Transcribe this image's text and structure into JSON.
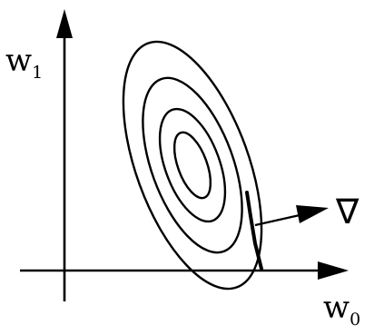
{
  "diagram": {
    "y_axis_label": {
      "base": "w",
      "subscript": "1"
    },
    "x_axis_label": {
      "base": "w",
      "subscript": "0"
    },
    "gradient_symbol": "∇",
    "colors": {
      "ink": "#000000",
      "background": "#ffffff"
    },
    "contour_count": 4
  }
}
